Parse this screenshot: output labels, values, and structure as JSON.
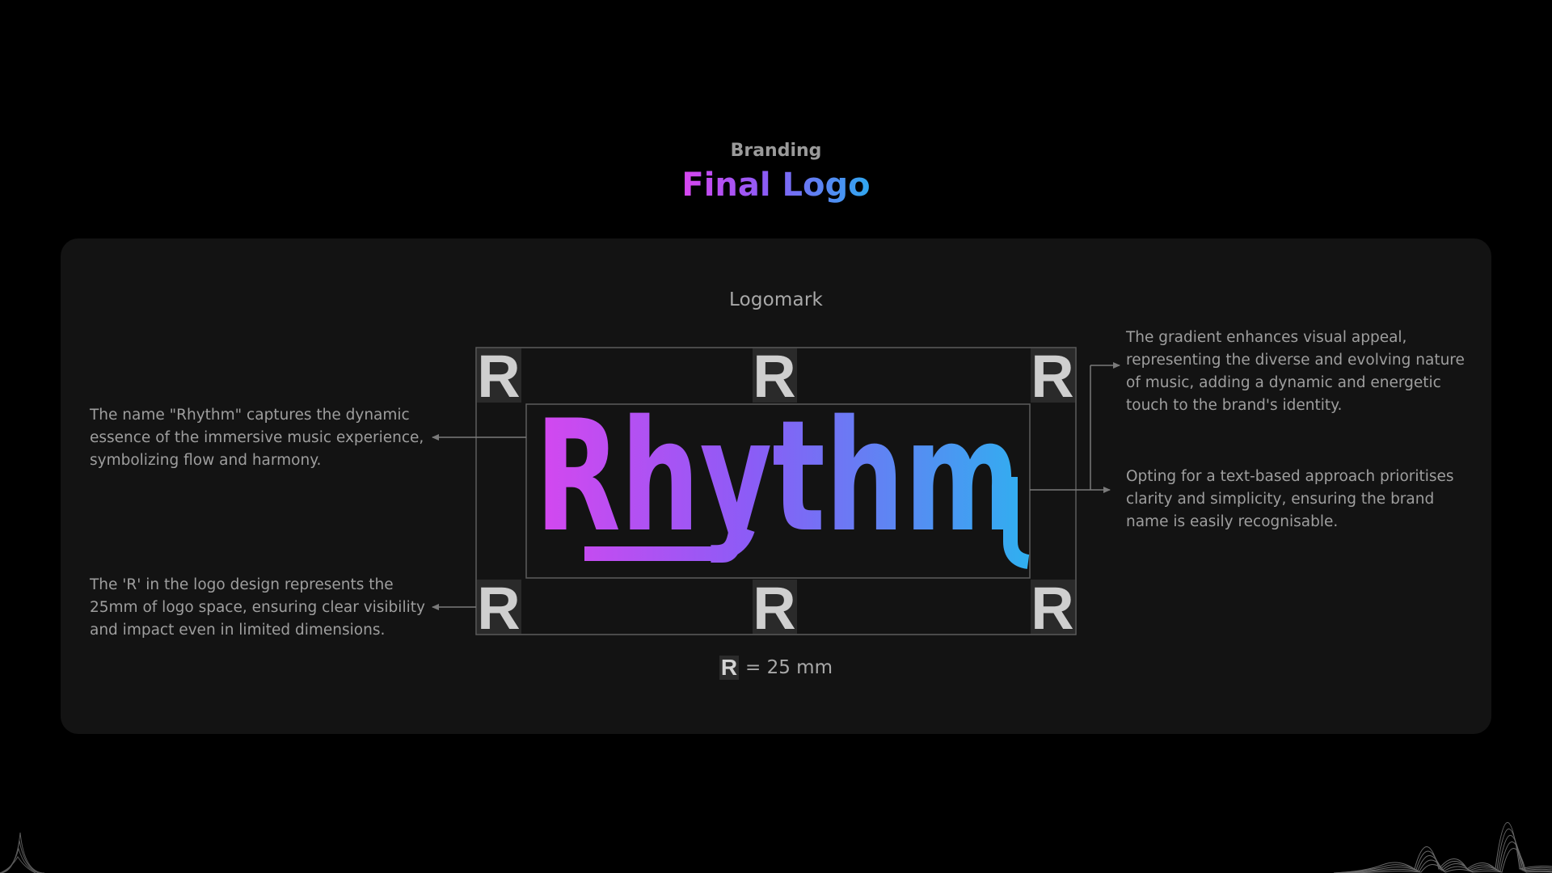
{
  "header": {
    "eyebrow": "Branding",
    "title": "Final Logo"
  },
  "panel": {
    "label": "Logomark",
    "logo_word": "Rhythm",
    "spacing_glyph": "R",
    "legend_glyph": "R",
    "legend_text": "= 25 mm",
    "gradient": [
      "#d946ef",
      "#8b5cf6",
      "#2fa8f0"
    ]
  },
  "notes": {
    "left_top": "The name \"Rhythm\" captures the dynamic essence of the immersive music experience, symbolizing flow and harmony.",
    "left_bottom": "The 'R' in the logo design represents the 25mm of logo space, ensuring clear visibility and impact even in limited dimensions.",
    "right_top": "The gradient enhances visual appeal, representing the diverse and evolving nature of music, adding a dynamic and energetic touch to the brand's identity.",
    "right_bottom": "Opting for a text-based approach prioritises clarity and simplicity, ensuring the brand name is easily recognisable."
  },
  "colors": {
    "background": "#000000",
    "panel": "#131313",
    "text_muted": "#9e9e9e",
    "line": "#6b6b6b"
  }
}
